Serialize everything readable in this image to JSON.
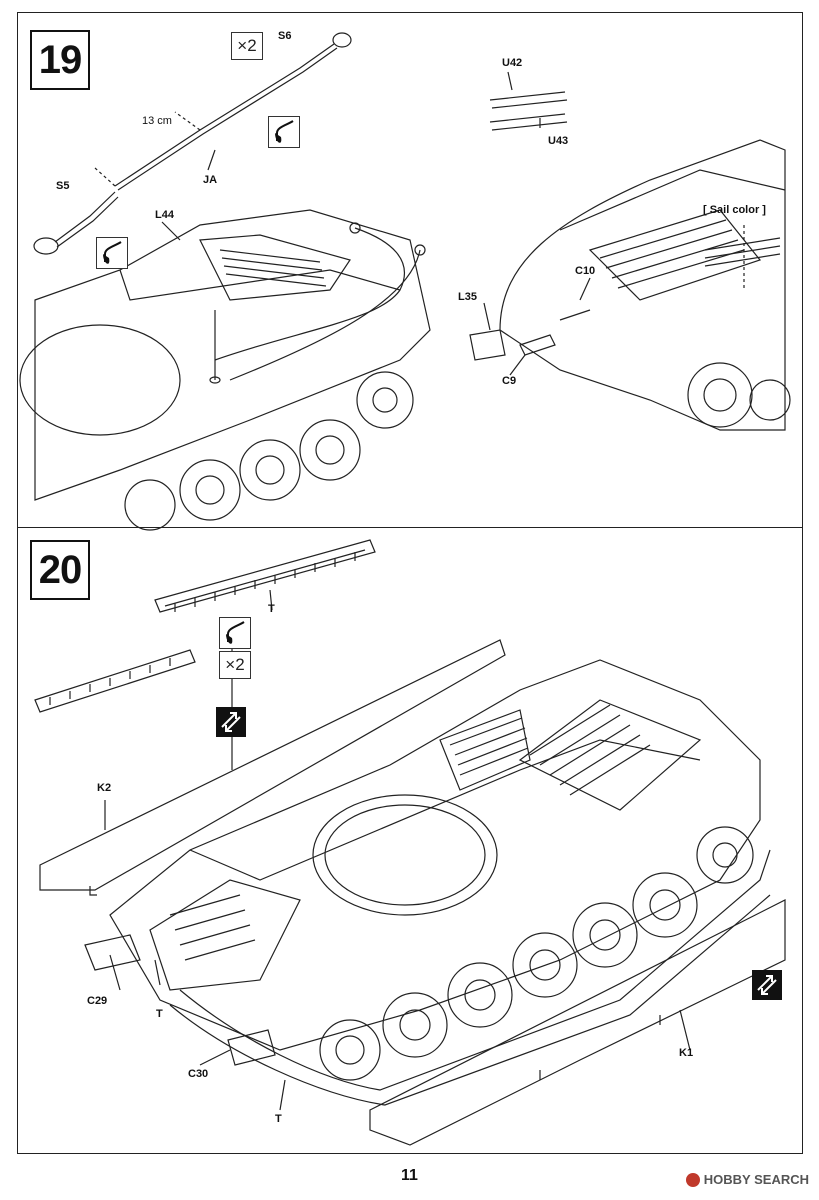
{
  "page": {
    "number": "11"
  },
  "watermark": {
    "text": "HOBBY SEARCH",
    "color": "#c0392b"
  },
  "step19": {
    "number": "19",
    "multiplier": "×2",
    "cable_length": "13 cm",
    "labels": {
      "s6": "S6",
      "s5": "S5",
      "ja": "JA",
      "l44": "L44",
      "u42": "U42",
      "u43": "U43",
      "sail": "[ Sail color ]",
      "c10": "C10",
      "l35": "L35",
      "c9": "C9"
    }
  },
  "step20": {
    "number": "20",
    "multiplier": "×2",
    "labels": {
      "t_top": "T",
      "k2": "K2",
      "c29": "C29",
      "t_mid": "T",
      "c30": "C30",
      "t_bottom": "T",
      "k1": "K1"
    }
  },
  "icons": [
    "glue-icon",
    "flip-view-icon"
  ]
}
